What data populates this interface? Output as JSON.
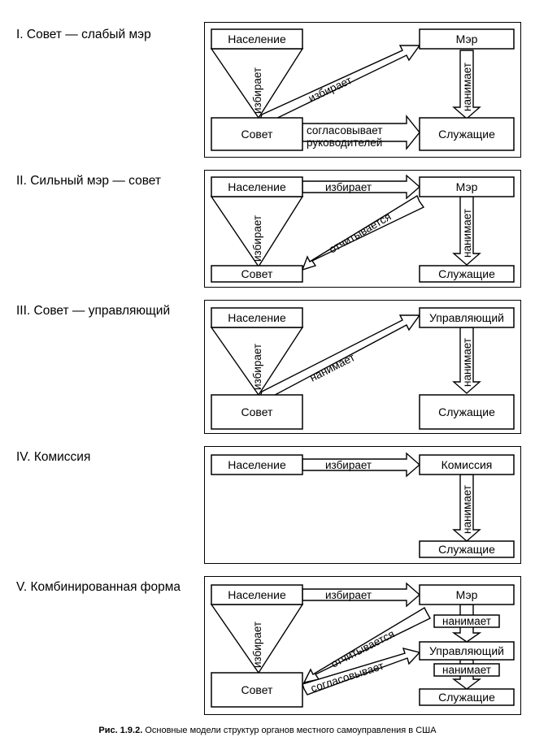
{
  "sections": [
    {
      "title": "I. Совет — слабый мэр",
      "boxes": [
        "Население",
        "Мэр",
        "Совет",
        "Служащие"
      ],
      "arrows": [
        "избирает",
        "избирает",
        "нанимает",
        "согласовывает",
        "руководителей"
      ]
    },
    {
      "title": "II. Сильный мэр — совет",
      "boxes": [
        "Население",
        "Мэр",
        "Совет",
        "Служащие"
      ],
      "arrows": [
        "избирает",
        "избирает",
        "отчитывается",
        "нанимает"
      ]
    },
    {
      "title": "III. Совет — управляющий",
      "boxes": [
        "Население",
        "Управляющий",
        "Совет",
        "Служащие"
      ],
      "arrows": [
        "избирает",
        "нанимает",
        "нанимает"
      ]
    },
    {
      "title": "IV. Комиссия",
      "boxes": [
        "Население",
        "Комиссия",
        "Служащие"
      ],
      "arrows": [
        "избирает",
        "нанимает"
      ]
    },
    {
      "title": "V. Комбинированная форма",
      "boxes": [
        "Население",
        "Мэр",
        "Управляющий",
        "Совет",
        "Служащие"
      ],
      "arrows": [
        "избирает",
        "избирает",
        "нанимает",
        "нанимает",
        "отчитывается",
        "согласовывает"
      ]
    }
  ],
  "caption": {
    "prefix": "Рис. 1.9.2.",
    "text": "Основные модели структур органов местного самоуправления в США"
  }
}
